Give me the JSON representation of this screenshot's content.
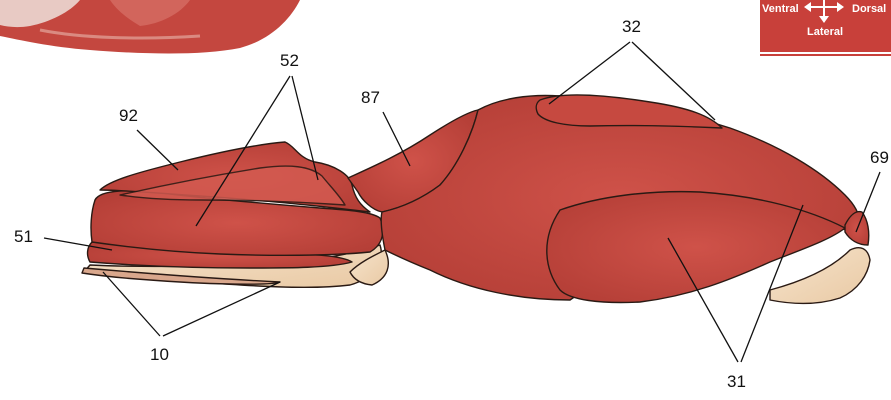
{
  "orientation": {
    "left": "Ventral",
    "right": "Dorsal",
    "bottom": "Lateral",
    "color": "#c8403a"
  },
  "labels": {
    "l92": "92",
    "l52": "52",
    "l87": "87",
    "l32": "32",
    "l69": "69",
    "l51": "51",
    "l10": "10",
    "l31": "31"
  },
  "colors": {
    "muscle": "#c94b43",
    "muscle_dark": "#b8423b",
    "fat": "#f2dcc0",
    "outline": "#2a1a14"
  }
}
